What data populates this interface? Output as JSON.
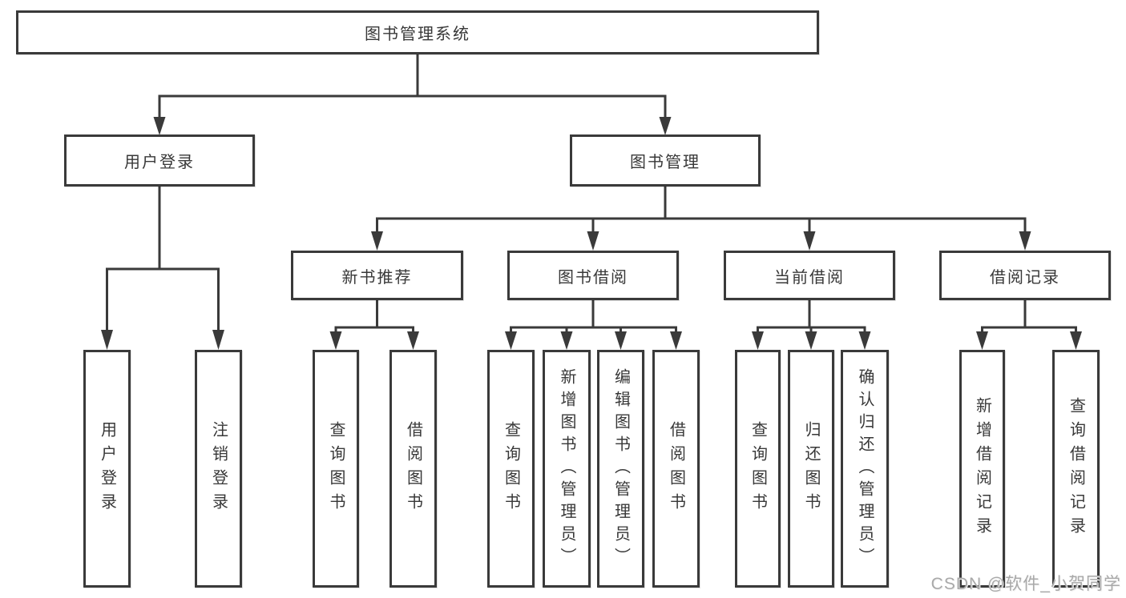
{
  "colors": {
    "line": "#3a3a3a",
    "box_border": "#3a3a3a",
    "text": "#383838",
    "background": "#ffffff",
    "watermark": "#a9a9a9"
  },
  "watermark": {
    "text": "CSDN @软件_小贺同学"
  },
  "tree": {
    "label": "图书管理系统",
    "children": [
      {
        "label": "用户登录",
        "children": [
          {
            "label": "用户登录"
          },
          {
            "label": "注销登录"
          }
        ]
      },
      {
        "label": "图书管理",
        "children": [
          {
            "label": "新书推荐",
            "children": [
              {
                "label": "查询图书"
              },
              {
                "label": "借阅图书"
              }
            ]
          },
          {
            "label": "图书借阅",
            "children": [
              {
                "label": "查询图书"
              },
              {
                "label": "新增图书（管理员）"
              },
              {
                "label": "编辑图书（管理员）"
              },
              {
                "label": "借阅图书"
              }
            ]
          },
          {
            "label": "当前借阅",
            "children": [
              {
                "label": "查询图书"
              },
              {
                "label": "归还图书"
              },
              {
                "label": "确认归还（管理员）"
              }
            ]
          },
          {
            "label": "借阅记录",
            "children": [
              {
                "label": "新增借阅记录"
              },
              {
                "label": "查询借阅记录"
              }
            ]
          }
        ]
      }
    ]
  }
}
